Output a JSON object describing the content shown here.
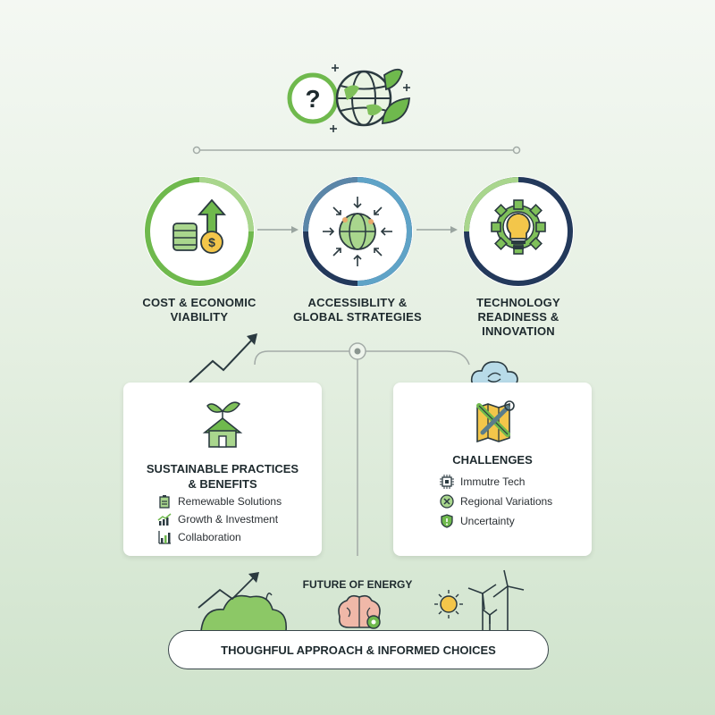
{
  "header": {
    "icon_names": [
      "question-icon",
      "globe-icon",
      "leaf-icon",
      "sparkle-icon"
    ]
  },
  "pillars": [
    {
      "title": "COST & ECONOMIC VIABILITY",
      "icon": "coins-arrow-icon"
    },
    {
      "title": "ACCESSIBLITY & GLOBAL STRATEGIES",
      "icon": "globe-arrows-icon"
    },
    {
      "title": "TECHNOLOGY READINESS & INNOVATION",
      "icon": "lightbulb-gear-icon"
    }
  ],
  "cards": {
    "sustainable": {
      "title_line1": "SUSTAINABLE PRACTICES",
      "title_line2": "& BENEFITS",
      "items": [
        "Remewable Solutions",
        "Growth & Investment",
        "Collaboration"
      ]
    },
    "challenges": {
      "title": "CHALLENGES",
      "items": [
        "Immutre Tech",
        "Regional Variations",
        "Uncertainty"
      ]
    }
  },
  "footer": {
    "label": "FUTURE OF ENERGY",
    "pill": "THOUGHFUL APPROACH & INFORMED CHOICES"
  },
  "colors": {
    "green": "#6fb94d",
    "light_green": "#a9d68d",
    "navy": "#23395b",
    "teal": "#5fa3c7",
    "yellow": "#f3c64a",
    "line": "#9aa5a0"
  }
}
